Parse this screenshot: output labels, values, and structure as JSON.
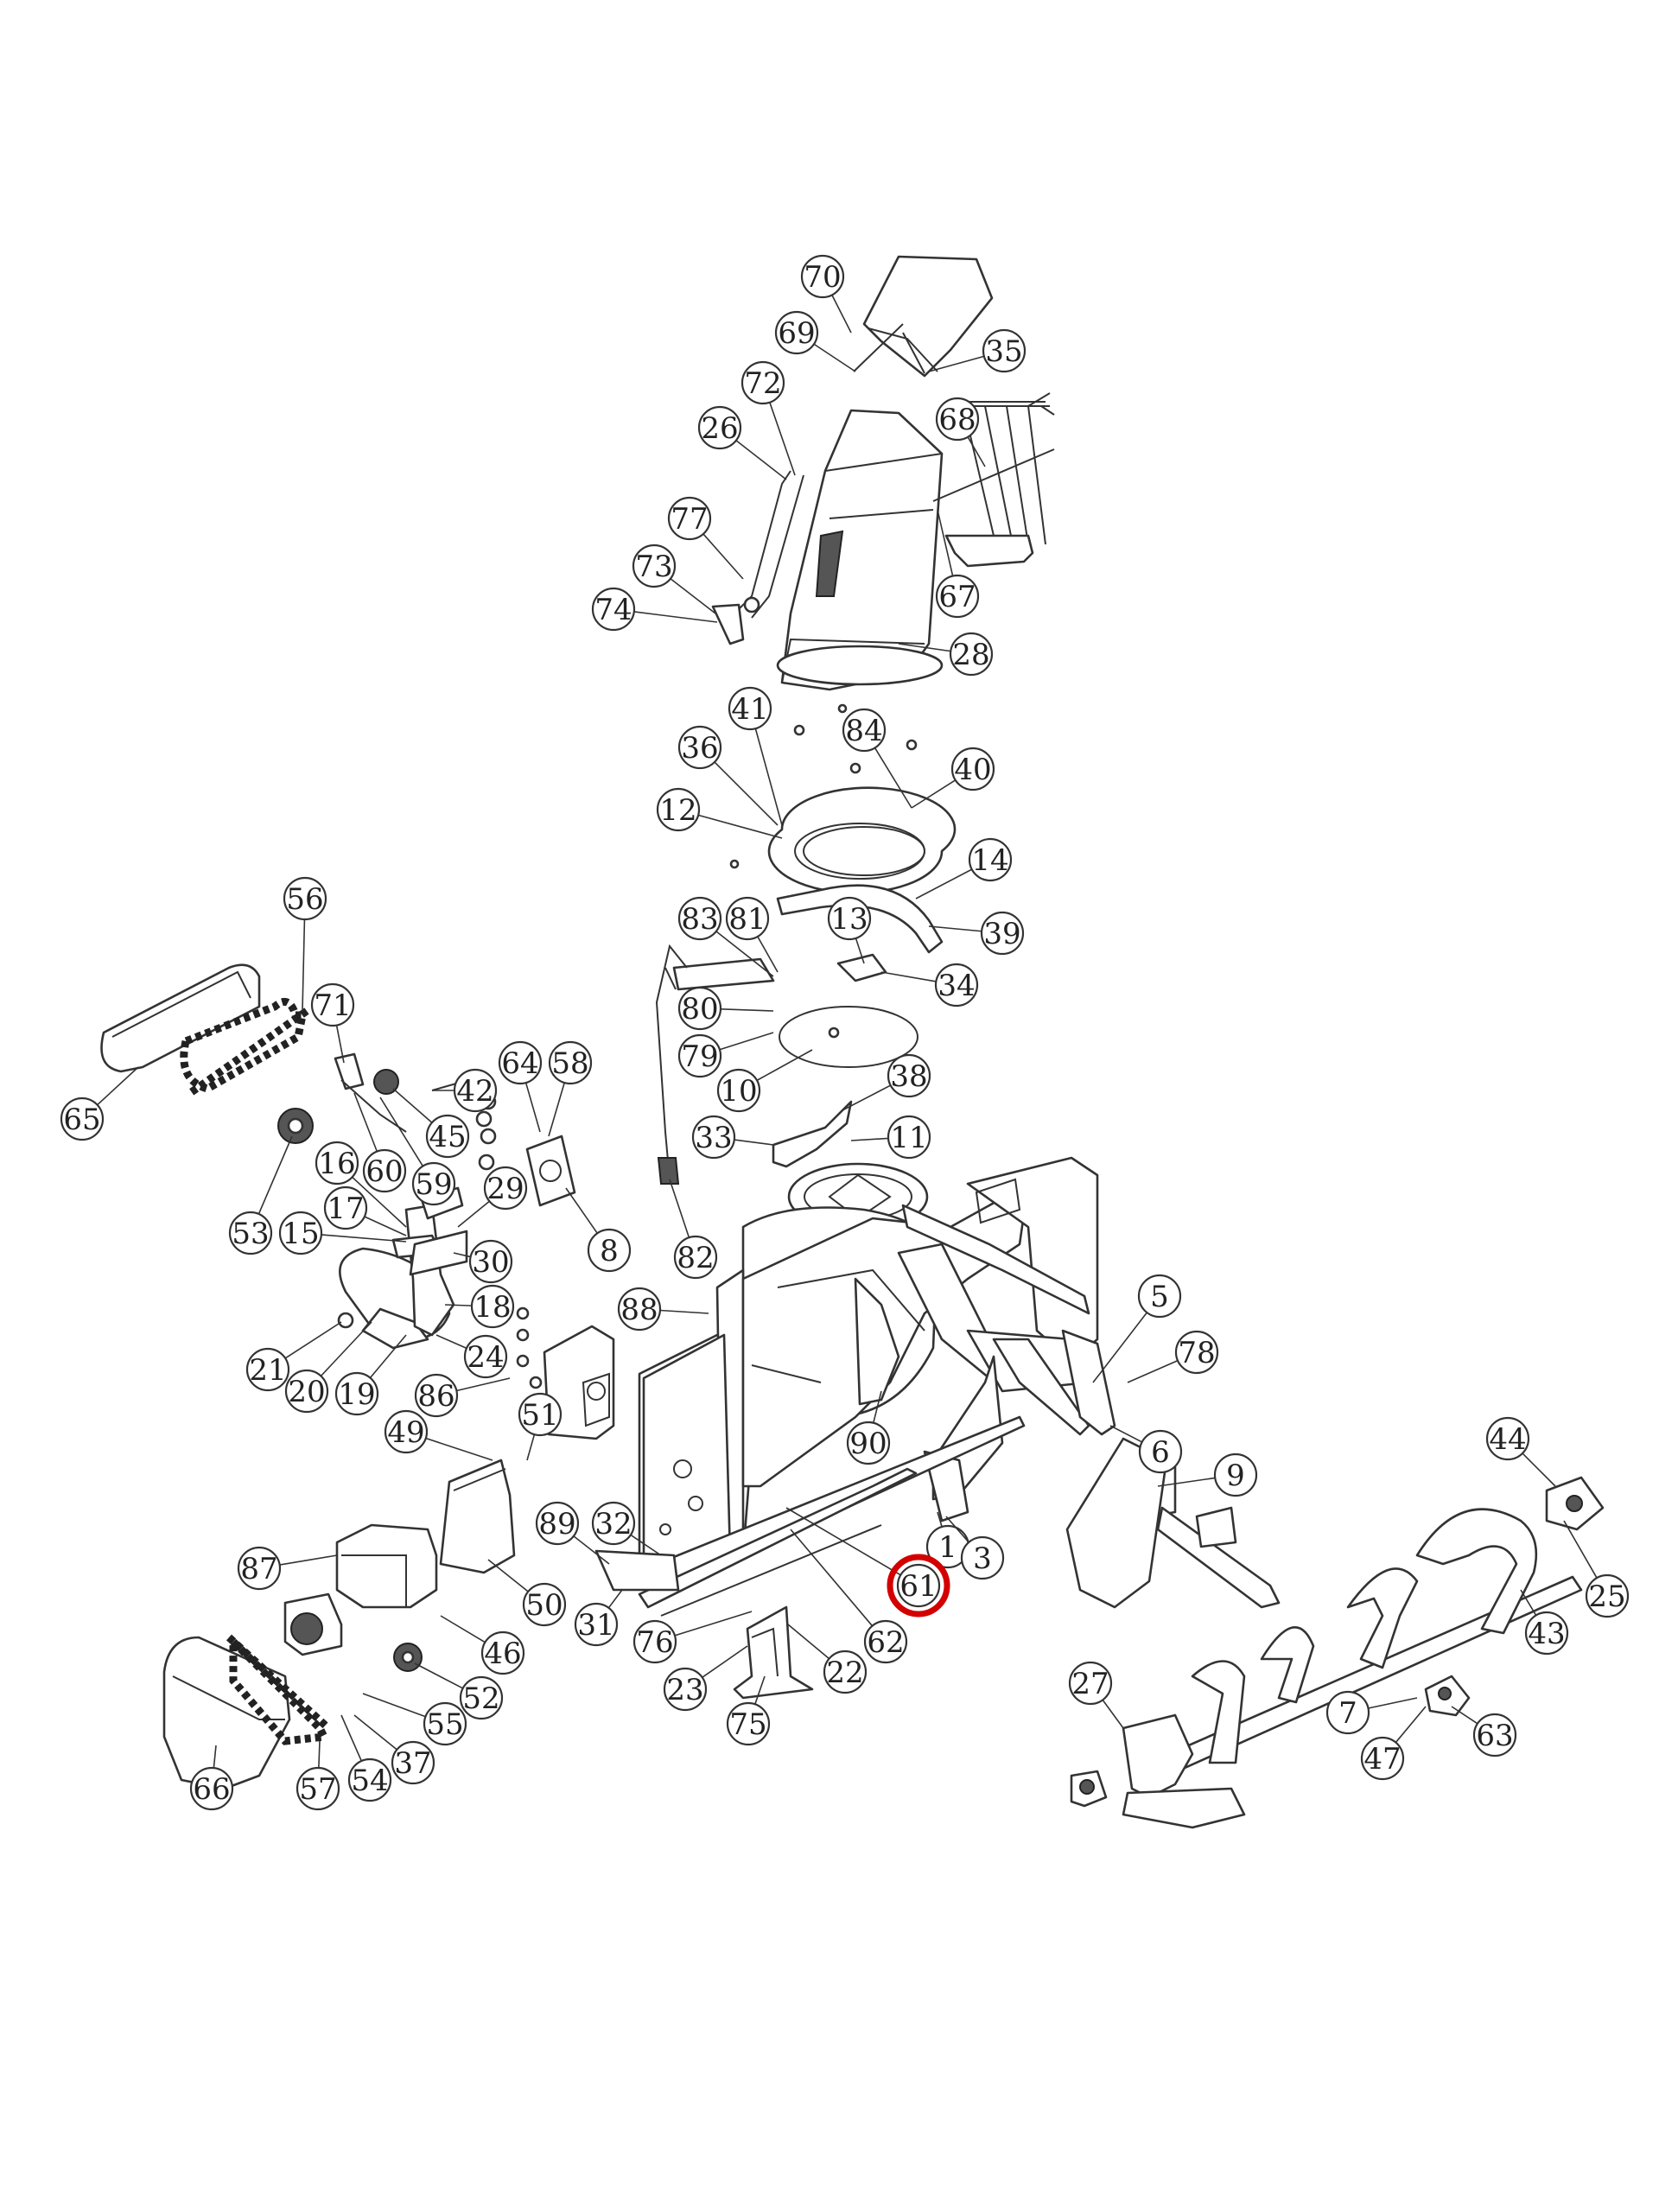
{
  "highlight_color": "#d40000",
  "highlighted_callout": "61",
  "callouts": [
    {
      "label": "70"
    },
    {
      "label": "69"
    },
    {
      "label": "35"
    },
    {
      "label": "72"
    },
    {
      "label": "26"
    },
    {
      "label": "68"
    },
    {
      "label": "77"
    },
    {
      "label": "73"
    },
    {
      "label": "74"
    },
    {
      "label": "67"
    },
    {
      "label": "28"
    },
    {
      "label": "41"
    },
    {
      "label": "36"
    },
    {
      "label": "84"
    },
    {
      "label": "40"
    },
    {
      "label": "12"
    },
    {
      "label": "14"
    },
    {
      "label": "39"
    },
    {
      "label": "83"
    },
    {
      "label": "81"
    },
    {
      "label": "13"
    },
    {
      "label": "34"
    },
    {
      "label": "80"
    },
    {
      "label": "79"
    },
    {
      "label": "10"
    },
    {
      "label": "38"
    },
    {
      "label": "33"
    },
    {
      "label": "11"
    },
    {
      "label": "82"
    },
    {
      "label": "56"
    },
    {
      "label": "71"
    },
    {
      "label": "65"
    },
    {
      "label": "64"
    },
    {
      "label": "58"
    },
    {
      "label": "42"
    },
    {
      "label": "45"
    },
    {
      "label": "60"
    },
    {
      "label": "59"
    },
    {
      "label": "16"
    },
    {
      "label": "53"
    },
    {
      "label": "17"
    },
    {
      "label": "29"
    },
    {
      "label": "15"
    },
    {
      "label": "30"
    },
    {
      "label": "8"
    },
    {
      "label": "18"
    },
    {
      "label": "88"
    },
    {
      "label": "21"
    },
    {
      "label": "20"
    },
    {
      "label": "19"
    },
    {
      "label": "24"
    },
    {
      "label": "86"
    },
    {
      "label": "51"
    },
    {
      "label": "49"
    },
    {
      "label": "5"
    },
    {
      "label": "78"
    },
    {
      "label": "90"
    },
    {
      "label": "6"
    },
    {
      "label": "9"
    },
    {
      "label": "44"
    },
    {
      "label": "87"
    },
    {
      "label": "89"
    },
    {
      "label": "32"
    },
    {
      "label": "1"
    },
    {
      "label": "3"
    },
    {
      "label": "61"
    },
    {
      "label": "25"
    },
    {
      "label": "50"
    },
    {
      "label": "31"
    },
    {
      "label": "76"
    },
    {
      "label": "62"
    },
    {
      "label": "22"
    },
    {
      "label": "43"
    },
    {
      "label": "46"
    },
    {
      "label": "52"
    },
    {
      "label": "23"
    },
    {
      "label": "27"
    },
    {
      "label": "7"
    },
    {
      "label": "63"
    },
    {
      "label": "75"
    },
    {
      "label": "55"
    },
    {
      "label": "47"
    },
    {
      "label": "37"
    },
    {
      "label": "54"
    },
    {
      "label": "66"
    },
    {
      "label": "57"
    }
  ]
}
